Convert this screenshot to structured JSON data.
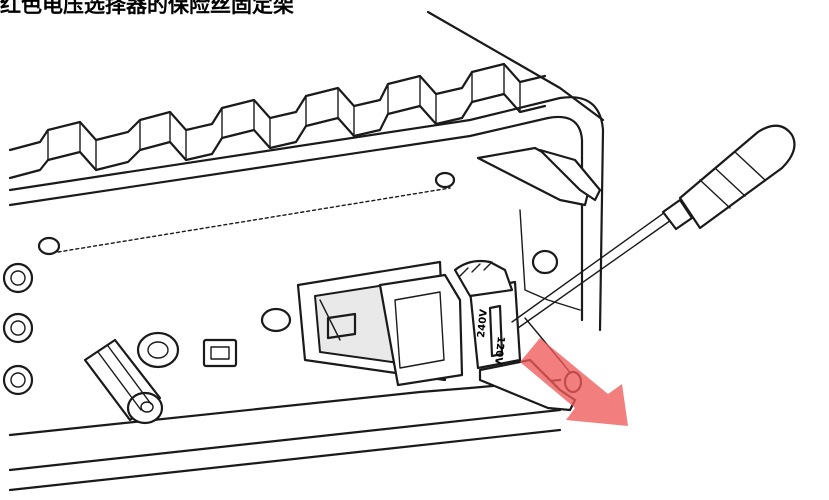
{
  "caption": "红色电压选择器的保险丝固定架",
  "voltage_labels": {
    "high": "240V",
    "low": "120V"
  },
  "colors": {
    "arrow": "#f05a5a",
    "line": "#1a1a1a",
    "background": "#ffffff"
  },
  "icons": [
    "screwdriver-icon",
    "removal-arrow-icon",
    "usb-port-icon",
    "bnc-connector-icon",
    "power-inlet-icon"
  ]
}
